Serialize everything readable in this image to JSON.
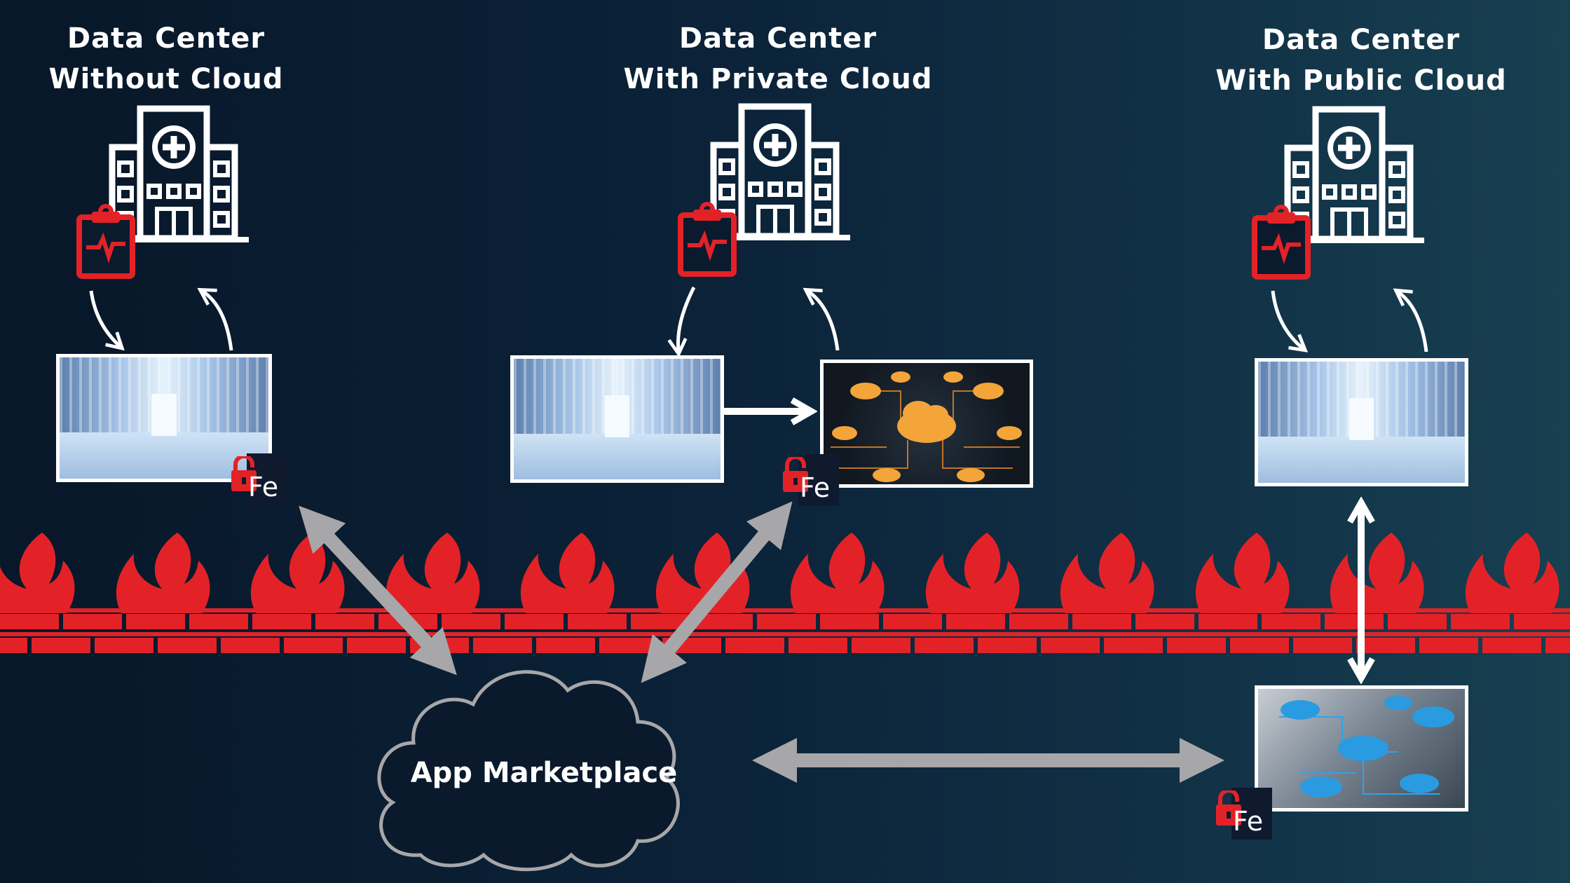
{
  "columns": [
    {
      "title_line1": "Data Center",
      "title_line2": "Without Cloud"
    },
    {
      "title_line1": "Data Center",
      "title_line2": "With Private Cloud"
    },
    {
      "title_line1": "Data Center",
      "title_line2": "With Public Cloud"
    }
  ],
  "badges": {
    "fe_label": "Fe"
  },
  "marketplace": {
    "label": "App Marketplace"
  },
  "colors": {
    "accent_red": "#e32228",
    "arrow_gray": "#a7a7a9",
    "white": "#ffffff"
  },
  "icons": [
    "hospital-icon",
    "medical-clipboard-icon",
    "lock-icon",
    "firewall-icon",
    "cloud-icon"
  ]
}
